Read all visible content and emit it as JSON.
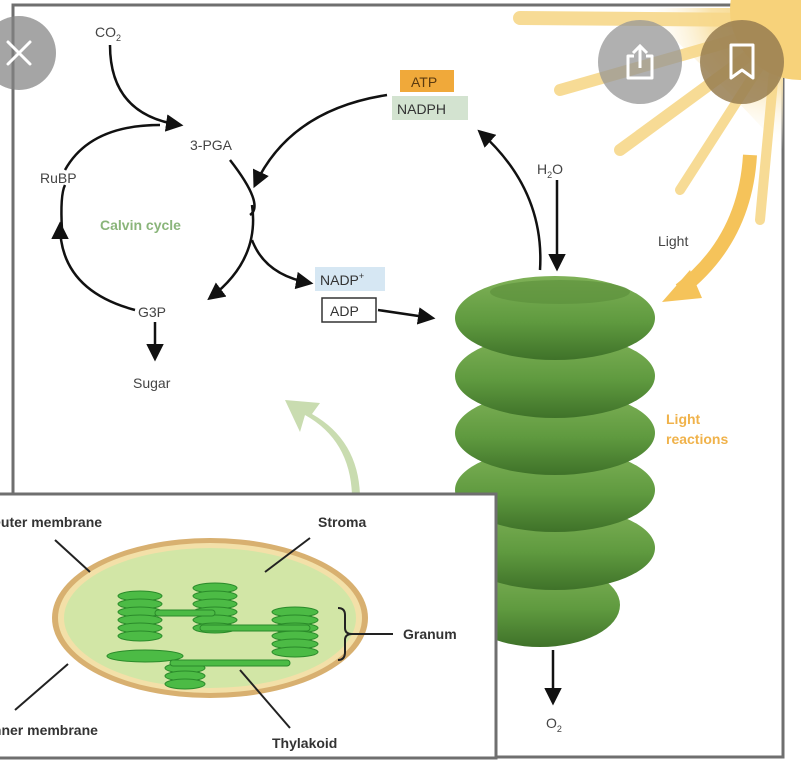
{
  "overlay": {
    "close_button": {
      "icon": "close-icon",
      "label": "Close"
    },
    "share_button": {
      "icon": "share-icon",
      "label": "Share"
    },
    "bookmark_button": {
      "icon": "bookmark-icon",
      "label": "Bookmark"
    }
  },
  "diagram": {
    "title": "Photosynthesis: Light reactions and Calvin cycle in the chloroplast",
    "calvin_cycle": {
      "title": "Calvin cycle",
      "co2": {
        "base": "CO",
        "sub": "2"
      },
      "pga": "3-PGA",
      "rubp": "RuBP",
      "g3p": "G3P",
      "sugar": "Sugar"
    },
    "energy_carriers": {
      "atp": "ATP",
      "nadph": "NADPH",
      "nadp": {
        "base": "NADP",
        "sup": "+"
      },
      "adp": "ADP"
    },
    "light_reactions": {
      "h2o": {
        "pre": "H",
        "sub": "2",
        "post": "O"
      },
      "o2": {
        "base": "O",
        "sub": "2"
      },
      "light": "Light",
      "label_line1": "Light",
      "label_line2": "reactions"
    },
    "chloroplast_inset": {
      "outer_membrane": "Outer membrane",
      "inner_membrane": "Inner membrane",
      "stroma": "Stroma",
      "granum": "Granum",
      "thylakoid": "Thylakoid"
    },
    "colors": {
      "atp_box": "#f0a93a",
      "nadph_box": "#d3e3d0",
      "nadp_box": "#d6e7f3",
      "calvin_text": "#8ab57a",
      "light_text": "#f0b24a",
      "granum_green": "#5f9a3f",
      "stroma_fill": "#d2e6a6",
      "membrane_tan": "#e0b86a",
      "thylakoid_green": "#3dae3a",
      "sun_yellow": "#f7d88a"
    }
  }
}
